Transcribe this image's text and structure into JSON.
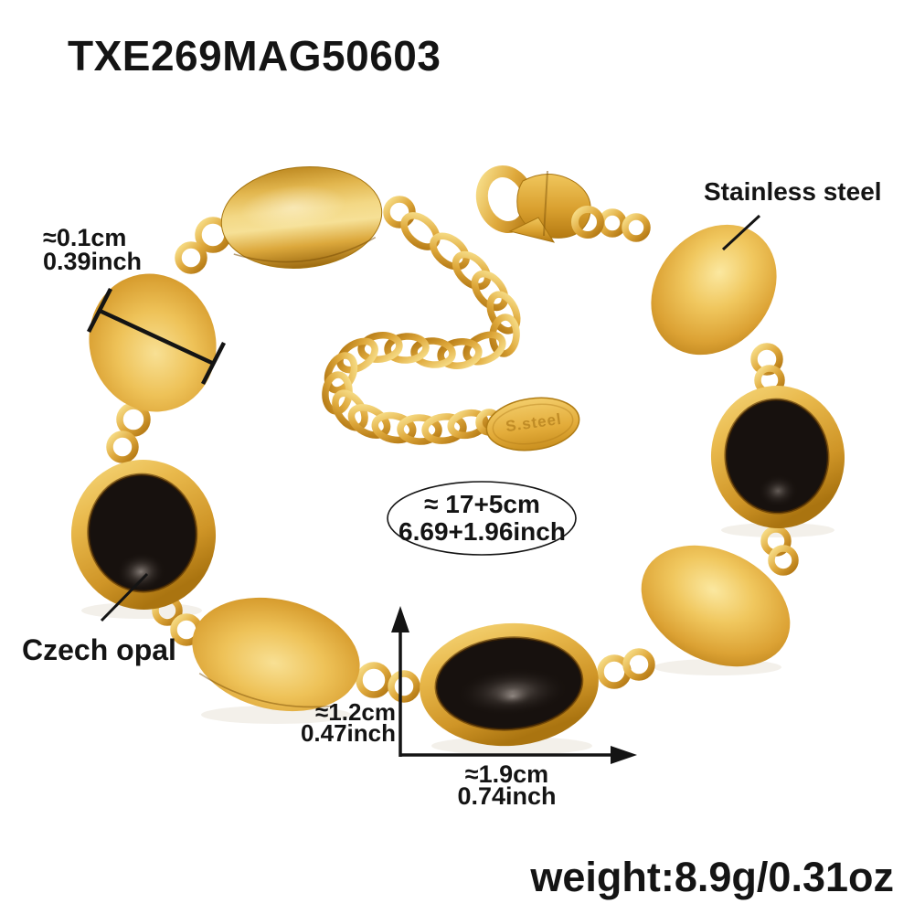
{
  "product": {
    "sku": "TXE269MAG50603",
    "weight_label": "weight:8.9g/0.31oz"
  },
  "annotations": {
    "material": "Stainless steel",
    "stone": "Czech opal",
    "tag": "S.steel",
    "bead_dim": {
      "cm": "≈0.1cm",
      "inch": "0.39inch"
    },
    "length": {
      "cm": "≈ 17+5cm",
      "inch": "6.69+1.96inch"
    },
    "height": {
      "cm": "≈1.2cm",
      "inch": "0.47inch"
    },
    "width": {
      "cm": "≈1.9cm",
      "inch": "0.74inch"
    }
  },
  "colors": {
    "gold_light": "#fbe8a0",
    "gold_mid": "#e0a93c",
    "gold_dark": "#a86f10",
    "stone_black": "#17110e",
    "annotation": "#141414",
    "background": "#ffffff"
  }
}
